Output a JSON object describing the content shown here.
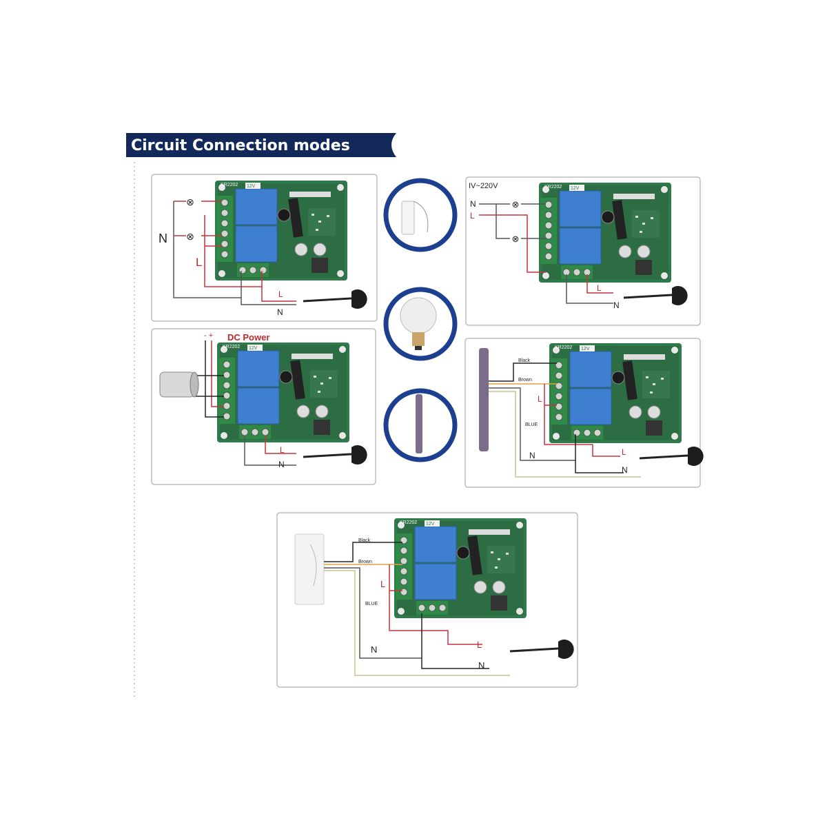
{
  "title": "Circuit Connection modes",
  "board_model": "KR2202",
  "board_tag": "12V",
  "colors": {
    "banner": "#12295a",
    "ring": "#1d3f8f",
    "pcb": "#2f7a4a",
    "relay": "#3f7fd0",
    "live": "#c8323a",
    "neutral": "#333333",
    "earth": "#c9c28a"
  },
  "panels": [
    {
      "name": "two-lamps",
      "labels": {
        "n_left": "N",
        "l_left": "L",
        "l_bottom": "L",
        "n_bottom": "N"
      }
    },
    {
      "name": "two-lamps-220v",
      "labels": {
        "voltage": "IV~220V",
        "n": "N",
        "l": "L",
        "l_bottom": "L",
        "n_bottom": "N"
      }
    },
    {
      "name": "dc-motor",
      "labels": {
        "polarity": "- +",
        "dc_power": "DC Power",
        "l_bottom": "L",
        "n_bottom": "N"
      }
    },
    {
      "name": "tubular-motor",
      "labels": {
        "black": "Black",
        "brown": "Brown",
        "l": "L",
        "blue": "BLUE",
        "n": "N",
        "l_bottom": "L",
        "n_bottom": "N"
      }
    },
    {
      "name": "curtain-motor",
      "labels": {
        "black": "Black",
        "brown": "Brown",
        "l": "L",
        "blue": "BLUE",
        "n": "N",
        "l_bottom": "L",
        "n_bottom": "N"
      }
    }
  ],
  "icons": [
    "curtain-motor-icon",
    "light-bulb-icon",
    "tubular-motor-icon"
  ]
}
